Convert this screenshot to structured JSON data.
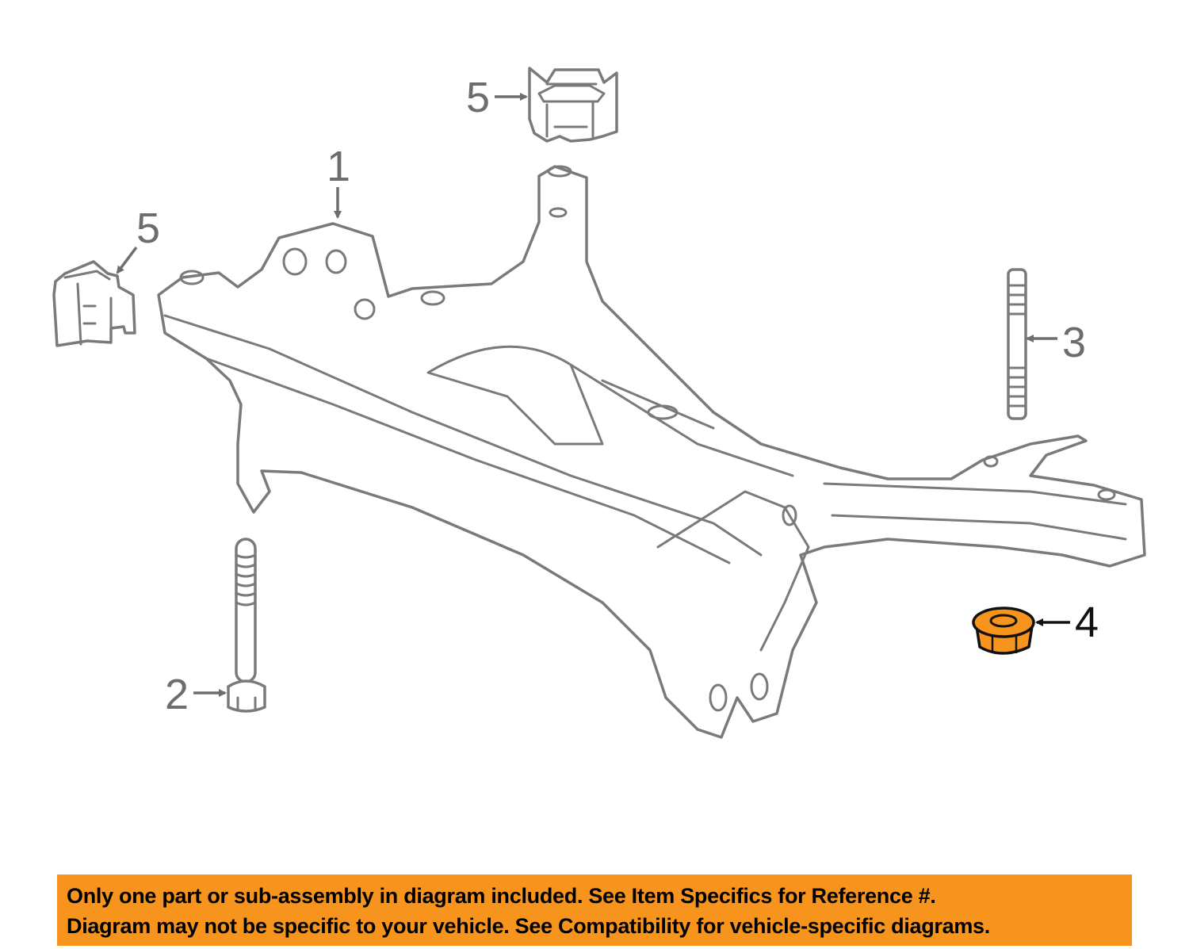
{
  "colors": {
    "highlight_part": "#f7941d",
    "banner_background": "#f7941d",
    "line_art": "#7a7a7a",
    "callout_text": "#6d6d6d"
  },
  "callouts": [
    {
      "id": "1",
      "label": "1",
      "part": "crossmember"
    },
    {
      "id": "2",
      "label": "2",
      "part": "bolt"
    },
    {
      "id": "3",
      "label": "3",
      "part": "stud"
    },
    {
      "id": "4",
      "label": "4",
      "part": "nut",
      "highlighted": true
    },
    {
      "id": "5a",
      "label": "5",
      "part": "insulator-top"
    },
    {
      "id": "5b",
      "label": "5",
      "part": "insulator-left"
    }
  ],
  "banner": {
    "line1": "Only one part or sub-assembly in diagram included. See Item Specifics for Reference #.",
    "line2": "Diagram may not be specific to your vehicle. See Compatibility for vehicle-specific diagrams."
  }
}
